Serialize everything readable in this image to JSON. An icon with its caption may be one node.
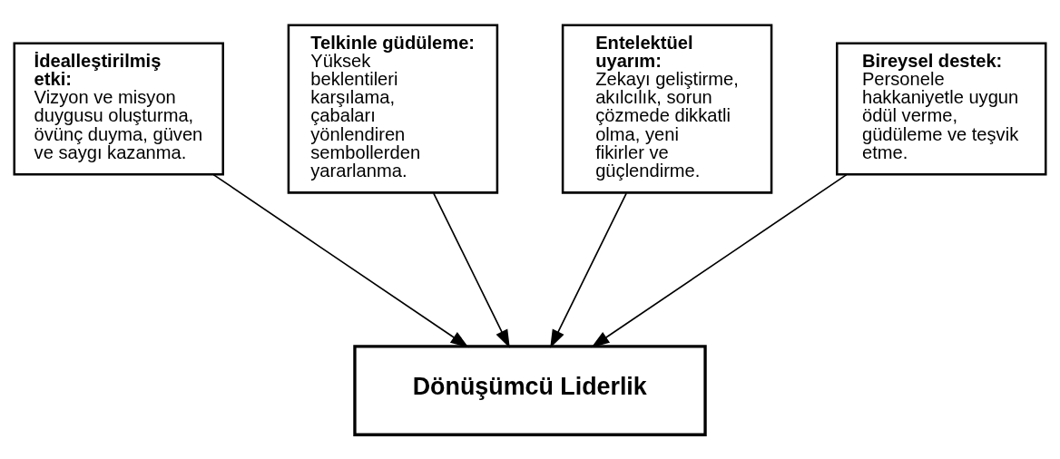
{
  "diagram": {
    "nodes": [
      {
        "text": [
          "İdealleştirilmiş etki:",
          "Vizyon ve misyon duygusu oluşturma, övünç duyma, güven ve saygı kazanma."
        ]
      },
      {
        "text": [
          "Telkinle güdüleme:",
          "Yüksek beklentileri karşılama, çabaları yönlendiren sembollerden yararlanma."
        ]
      },
      {
        "text": [
          "Entelektüel uyarım:",
          "Zekayı geliştirme, akılcılık, sorun çözmede dikkatli olma, yeni fikirler ve güçlendirme."
        ]
      },
      {
        "text": [
          "Bireysel destek:",
          "Personele hakkaniyetle uygun ödül verme, güdüleme ve teşvik etme."
        ]
      },
      {
        "text": [
          "Dönüşümcü Liderlik"
        ]
      }
    ],
    "edges": [
      {
        "from": 0,
        "to": 4,
        "arrow": "to"
      },
      {
        "from": 1,
        "to": 4,
        "arrow": "to"
      },
      {
        "from": 2,
        "to": 4,
        "arrow": "to"
      },
      {
        "from": 3,
        "to": 4,
        "arrow": "to"
      }
    ]
  }
}
